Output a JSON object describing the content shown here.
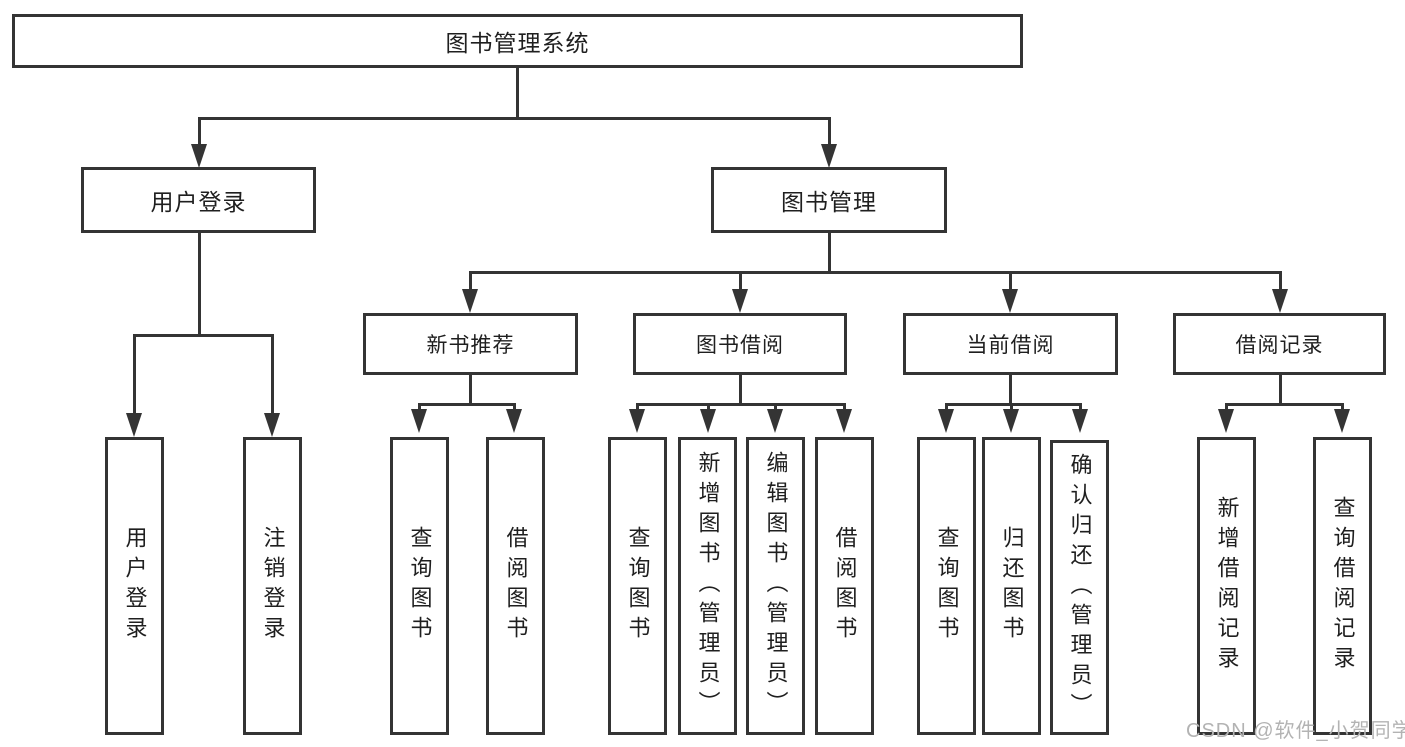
{
  "diagram": {
    "root": {
      "id": "root",
      "label": "图书管理系统"
    },
    "level2": [
      {
        "id": "user-login",
        "label": "用户登录",
        "parent": "root"
      },
      {
        "id": "book-management",
        "label": "图书管理",
        "parent": "root"
      }
    ],
    "level3": [
      {
        "id": "new-book-recommend",
        "label": "新书推荐",
        "parent": "book-management"
      },
      {
        "id": "book-borrowing",
        "label": "图书借阅",
        "parent": "book-management"
      },
      {
        "id": "current-borrowing",
        "label": "当前借阅",
        "parent": "book-management"
      },
      {
        "id": "borrowing-records",
        "label": "借阅记录",
        "parent": "book-management"
      }
    ],
    "leaves": {
      "user_login": [
        "用户登录",
        "注销登录"
      ],
      "new_book": [
        "查询图书",
        "借阅图书"
      ],
      "book_borrow": [
        "查询图书",
        "新增图书（管理员）",
        "编辑图书（管理员）",
        "借阅图书"
      ],
      "current_borrow": [
        "查询图书",
        "归还图书",
        "确认归还（管理员）"
      ],
      "records": [
        "新增借阅记录",
        "查询借阅记录"
      ]
    }
  },
  "watermark": {
    "text": "CSDN @软件_小贺同学"
  },
  "colors": {
    "line": "#343434",
    "box_border": "#343434",
    "text": "#1f1f1f",
    "background": "#ffffff",
    "watermark": "#b3b3b3"
  }
}
